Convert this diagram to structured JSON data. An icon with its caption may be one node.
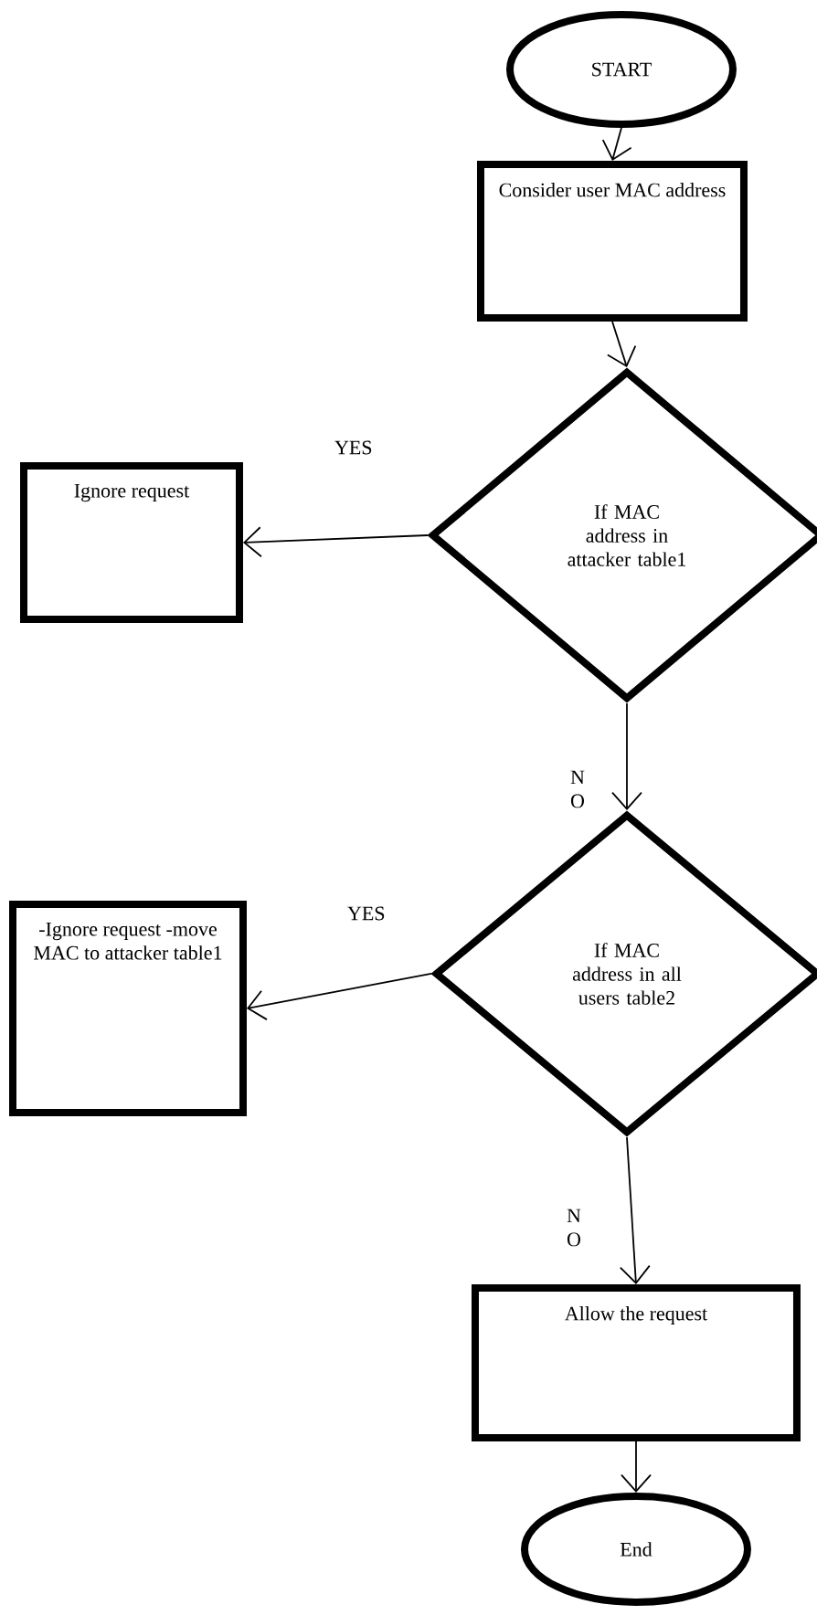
{
  "diagram": {
    "nodes": [
      {
        "text": [
          "START"
        ]
      },
      {
        "text": [
          "Consider user MAC address"
        ]
      },
      {
        "text": [
          "If MAC address in attacker table1"
        ]
      },
      {
        "text": [
          "Ignore request"
        ]
      },
      {
        "text": [
          "If MAC address in all users table2"
        ]
      },
      {
        "text": [
          "-Ignore request -move MAC to attacker table1"
        ]
      },
      {
        "text": [
          "Allow the request"
        ]
      },
      {
        "text": [
          "End"
        ]
      }
    ],
    "edges": [
      {
        "from": 0,
        "to": 1,
        "arrow": "to"
      },
      {
        "from": 1,
        "to": 2,
        "arrow": "to"
      },
      {
        "from": 2,
        "to": 3,
        "arrow": "to",
        "label": "YES"
      },
      {
        "from": 2,
        "to": 4,
        "arrow": "to",
        "label": "N O"
      },
      {
        "from": 4,
        "to": 5,
        "arrow": "to",
        "label": "YES"
      },
      {
        "from": 4,
        "to": 6,
        "arrow": "to",
        "label": "N O"
      },
      {
        "from": 6,
        "to": 7,
        "arrow": "to"
      }
    ]
  }
}
